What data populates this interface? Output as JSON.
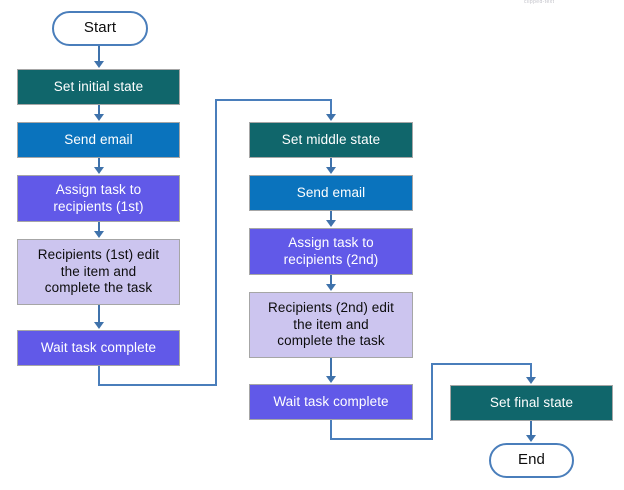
{
  "diagram": {
    "title_fragment": "clipped-text",
    "colors": {
      "teal": "#10666b",
      "blue": "#0a73bd",
      "purple": "#6159e8",
      "lavender": "#ccc5ef",
      "connector": "#3f72ab",
      "loop_connector": "#4a7ebb",
      "terminator_border": "#4a7ebb",
      "node_border": "#a6a6a6",
      "background": "#ffffff"
    },
    "columns": {
      "left": {
        "label": "first-approval-branch"
      },
      "middle": {
        "label": "second-approval-branch"
      },
      "right": {
        "label": "completion-branch"
      }
    },
    "nodes": {
      "start": {
        "text": "Start",
        "shape": "terminator"
      },
      "set_initial_state": {
        "text": "Set initial state",
        "shape": "process",
        "color": "teal"
      },
      "send_email_1": {
        "text": "Send email",
        "shape": "process",
        "color": "blue"
      },
      "assign_task_1": {
        "text": "Assign task to\nrecipients (1st)",
        "shape": "process",
        "color": "purple"
      },
      "recipients_edit_1": {
        "text": "Recipients (1st) edit\nthe item and\ncomplete the task",
        "shape": "process",
        "color": "lavender"
      },
      "wait_task_complete_1": {
        "text": "Wait task complete",
        "shape": "process",
        "color": "purple"
      },
      "set_middle_state": {
        "text": "Set middle state",
        "shape": "process",
        "color": "teal"
      },
      "send_email_2": {
        "text": "Send email",
        "shape": "process",
        "color": "blue"
      },
      "assign_task_2": {
        "text": "Assign task to\nrecipients (2nd)",
        "shape": "process",
        "color": "purple"
      },
      "recipients_edit_2": {
        "text": "Recipients (2nd) edit\nthe item and\ncomplete the task",
        "shape": "process",
        "color": "lavender"
      },
      "wait_task_complete_2": {
        "text": "Wait task complete",
        "shape": "process",
        "color": "purple"
      },
      "set_final_state": {
        "text": "Set final state",
        "shape": "process",
        "color": "teal"
      },
      "end": {
        "text": "End",
        "shape": "terminator"
      }
    },
    "edges": [
      {
        "from": "start",
        "to": "set_initial_state",
        "style": "straight-down"
      },
      {
        "from": "set_initial_state",
        "to": "send_email_1",
        "style": "straight-down"
      },
      {
        "from": "send_email_1",
        "to": "assign_task_1",
        "style": "straight-down"
      },
      {
        "from": "assign_task_1",
        "to": "recipients_edit_1",
        "style": "straight-down"
      },
      {
        "from": "recipients_edit_1",
        "to": "wait_task_complete_1",
        "style": "straight-down"
      },
      {
        "from": "wait_task_complete_1",
        "to": "set_middle_state",
        "style": "elbow-right-up"
      },
      {
        "from": "set_middle_state",
        "to": "send_email_2",
        "style": "straight-down"
      },
      {
        "from": "send_email_2",
        "to": "assign_task_2",
        "style": "straight-down"
      },
      {
        "from": "assign_task_2",
        "to": "recipients_edit_2",
        "style": "straight-down"
      },
      {
        "from": "recipients_edit_2",
        "to": "wait_task_complete_2",
        "style": "straight-down"
      },
      {
        "from": "wait_task_complete_2",
        "to": "set_final_state",
        "style": "elbow-right-up"
      },
      {
        "from": "set_final_state",
        "to": "end",
        "style": "straight-down"
      }
    ]
  }
}
